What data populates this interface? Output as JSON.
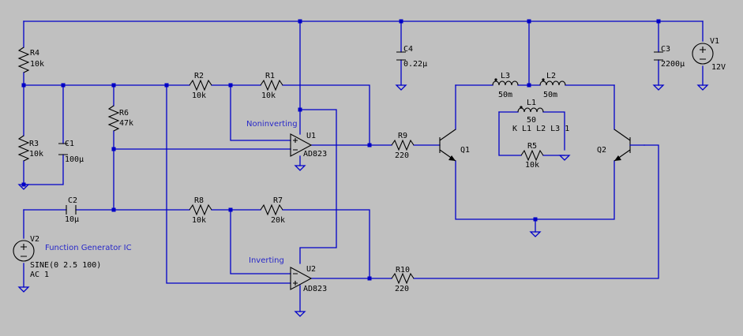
{
  "components": {
    "r1": {
      "ref": "R1",
      "value": "10k"
    },
    "r2": {
      "ref": "R2",
      "value": "10k"
    },
    "r3": {
      "ref": "R3",
      "value": "10k"
    },
    "r4": {
      "ref": "R4",
      "value": "10k"
    },
    "r5": {
      "ref": "R5",
      "value": "10k"
    },
    "r6": {
      "ref": "R6",
      "value": "47k"
    },
    "r7": {
      "ref": "R7",
      "value": "20k"
    },
    "r8": {
      "ref": "R8",
      "value": "10k"
    },
    "r9": {
      "ref": "R9",
      "value": "220"
    },
    "r10": {
      "ref": "R10",
      "value": "220"
    },
    "c1": {
      "ref": "C1",
      "value": "100µ"
    },
    "c2": {
      "ref": "C2",
      "value": "10µ"
    },
    "c3": {
      "ref": "C3",
      "value": "2200µ"
    },
    "c4": {
      "ref": "C4",
      "value": "0.22µ"
    },
    "l1": {
      "ref": "L1",
      "value": "50"
    },
    "l2": {
      "ref": "L2",
      "value": "50m"
    },
    "l3": {
      "ref": "L3",
      "value": "50m"
    },
    "u1": {
      "ref": "U1",
      "part": "AD823"
    },
    "u2": {
      "ref": "U2",
      "part": "AD823"
    },
    "q1": {
      "ref": "Q1"
    },
    "q2": {
      "ref": "Q2"
    },
    "v1": {
      "ref": "V1",
      "value": "12V"
    },
    "v2": {
      "ref": "V2",
      "line1": "SINE(0 2.5 100)",
      "line2": "AC 1"
    }
  },
  "notes": {
    "noninverting": "Noninverting",
    "inverting": "Inverting",
    "function_generator": "Function Generator IC",
    "coupling": "K L1 L2 L3 1"
  },
  "colors": {
    "background": "#c0c0c0",
    "wire": "#0000c8",
    "component": "#000000",
    "note_text": "#2828c8"
  }
}
